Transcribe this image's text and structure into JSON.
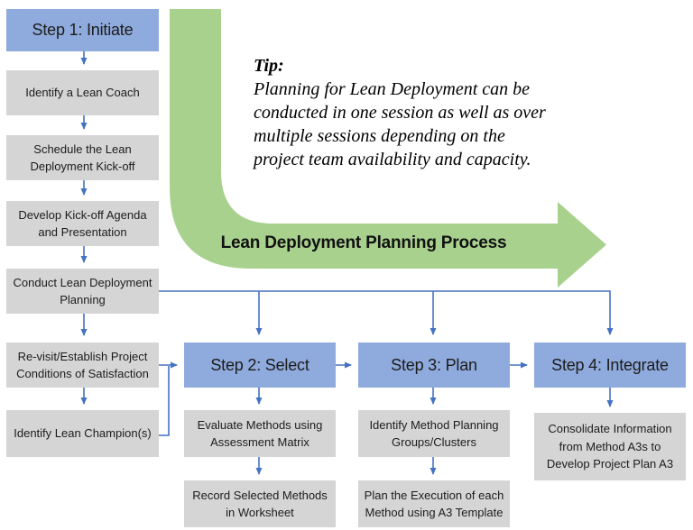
{
  "banner": {
    "label": "Lean Deployment Planning Process"
  },
  "tip": {
    "title": "Tip:",
    "body": "Planning for Lean Deployment can be\nconducted in one session as well as over\nmultiple sessions depending on the\nproject team availability and capacity."
  },
  "flow": {
    "step1": {
      "title": "Step 1: Initiate",
      "boxes": [
        "Identify a Lean Coach",
        "Schedule the Lean\nDeployment Kick-off",
        "Develop Kick-off Agenda\nand Presentation",
        "Conduct Lean Deployment\nPlanning",
        "Re-visit/Establish Project\nConditions of Satisfaction",
        "Identify Lean Champion(s)"
      ]
    },
    "step2": {
      "title": "Step 2: Select",
      "boxes": [
        "Evaluate Methods using\nAssessment Matrix",
        "Record Selected Methods\nin Worksheet"
      ]
    },
    "step3": {
      "title": "Step 3: Plan",
      "boxes": [
        "Identify Method Planning\nGroups/Clusters",
        "Plan the Execution of each\nMethod using A3 Template"
      ]
    },
    "step4": {
      "title": "Step 4: Integrate",
      "boxes": [
        "Consolidate Information\nfrom Method A3s to\nDevelop Project Plan A3"
      ]
    }
  },
  "colors": {
    "step_box_blue": "#8faadc",
    "task_box_gray": "#d5d5d5",
    "process_arrow_green": "#a9d18e",
    "connector_blue": "#4472c4"
  }
}
